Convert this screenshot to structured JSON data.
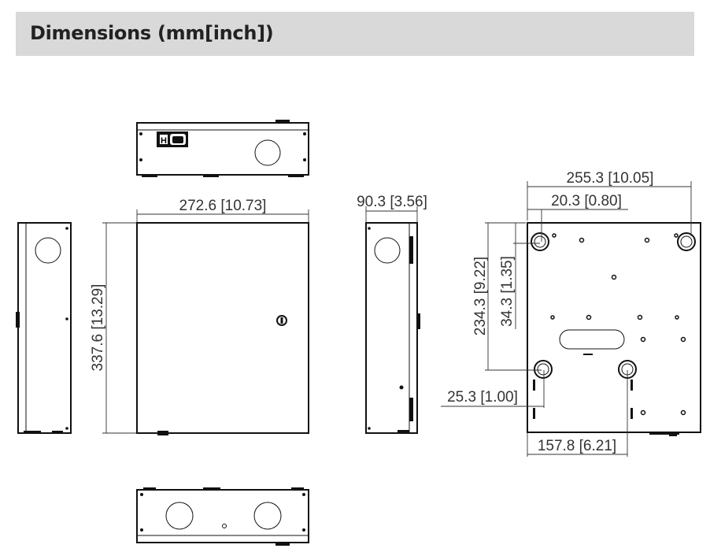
{
  "header": {
    "title": "Dimensions (mm[inch])"
  },
  "dimensions": {
    "width": "272.6 [10.73]",
    "height": "337.6 [13.29]",
    "depth": "90.3 [3.56]",
    "mount_width": "255.3 [10.05]",
    "mount_offset_x": "20.3 [0.80]",
    "mount_height": "234.3 [9.22]",
    "mount_offset_y": "34.3 [1.35]",
    "lower_offset_x": "25.3 [1.00]",
    "lower_spacing": "157.8 [6.21]"
  },
  "labels": {
    "power_switch": "H"
  }
}
